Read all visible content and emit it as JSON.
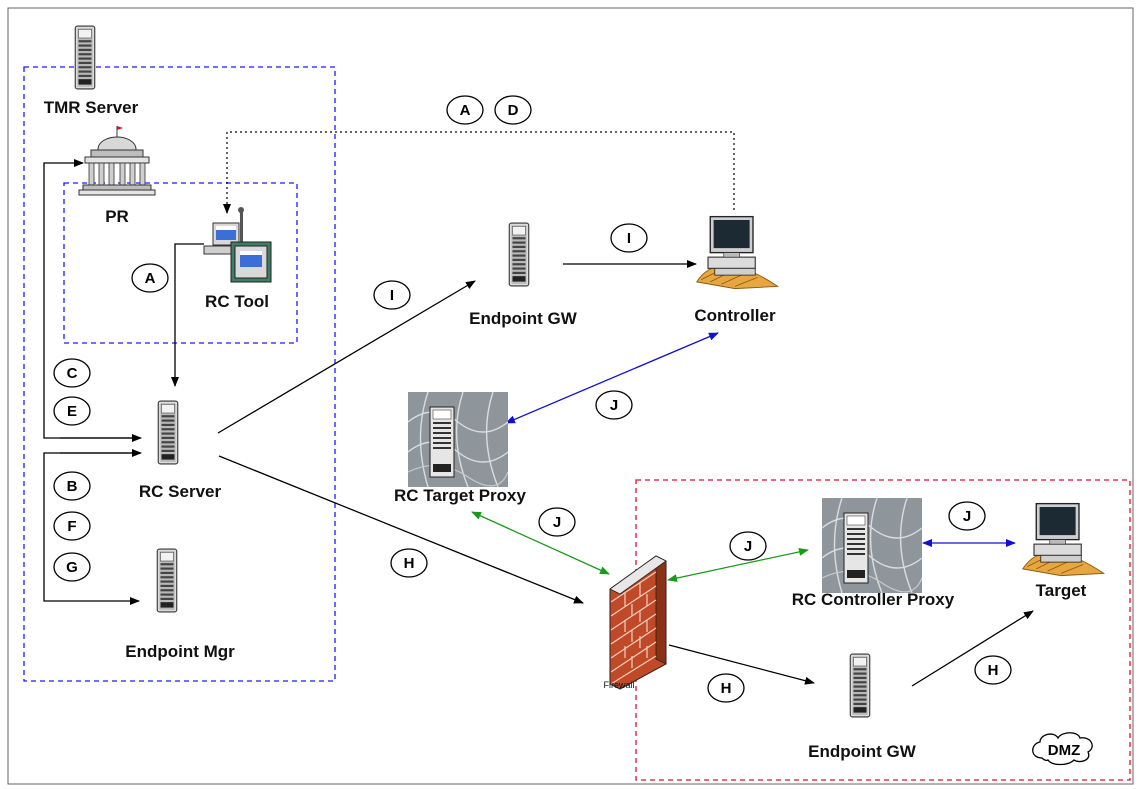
{
  "nodes": {
    "tmr_server": "TMR Server",
    "pr": "PR",
    "rc_tool": "RC Tool",
    "rc_server": "RC Server",
    "endpoint_mgr": "Endpoint Mgr",
    "endpoint_gw_top": "Endpoint GW",
    "controller": "Controller",
    "rc_target_proxy": "RC Target Proxy",
    "firewall": "Firewall",
    "rc_controller_proxy": "RC Controller Proxy",
    "target": "Target",
    "endpoint_gw_bottom": "Endpoint GW",
    "dmz": "DMZ"
  },
  "steps": {
    "a1": "A",
    "d1": "D",
    "a2": "A",
    "c": "C",
    "e": "E",
    "b": "B",
    "f": "F",
    "g": "G",
    "i1": "I",
    "i2": "I",
    "j1": "J",
    "j2": "J",
    "j3": "J",
    "j4": "J",
    "h1": "H",
    "h2": "H",
    "h3": "H"
  },
  "colors": {
    "tivoli_zone": "#1a1aff",
    "dmz_zone": "#e0102a",
    "blue_link": "#1010d0",
    "green_link": "#1a9a1a",
    "black_link": "#000000"
  }
}
